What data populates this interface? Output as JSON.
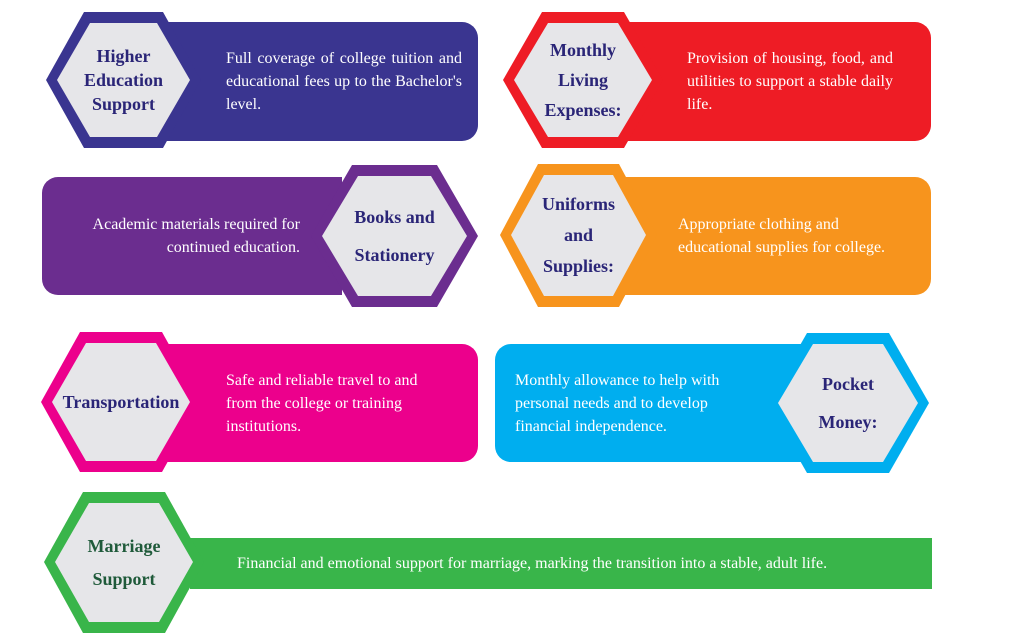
{
  "items": [
    {
      "title": "Higher\nEducation\nSupport",
      "description": "Full coverage of college tuition and educational fees up to the Bachelor's level.",
      "color": "#3a3590"
    },
    {
      "title": "Monthly\nLiving\nExpenses:",
      "description": "Provision of housing, food, and utilities to support a stable daily life.",
      "color": "#ee1c25"
    },
    {
      "title": "Books and\nStationery",
      "description": "Academic materials required for continued education.",
      "color": "#6b2d8f"
    },
    {
      "title": "Uniforms\nand\nSupplies:",
      "description": "Appropriate clothing and educational supplies for college.",
      "color": "#f7941d"
    },
    {
      "title": "Transportation",
      "description": "Safe and reliable travel to and from the college or training institutions.",
      "color": "#ec008c"
    },
    {
      "title": "Pocket\nMoney:",
      "description": "Monthly allowance to help with personal needs and to develop financial independence.",
      "color": "#00aeef"
    },
    {
      "title": "Marriage\nSupport",
      "description": "Financial and emotional support for marriage, marking the transition into a stable, adult life.",
      "color": "#39b54a"
    }
  ]
}
